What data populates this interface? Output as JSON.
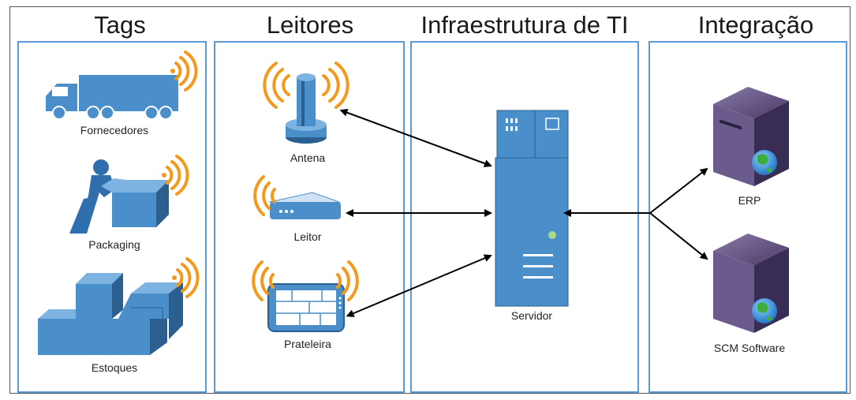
{
  "columns": {
    "tags": "Tags",
    "readers": "Leitores",
    "infra": "Infraestrutura de TI",
    "integration": "Integração"
  },
  "tags": {
    "suppliers": "Fornecedores",
    "packaging": "Packaging",
    "inventory": "Estoques"
  },
  "readers": {
    "antenna": "Antena",
    "reader": "Leitor",
    "shelf": "Prateleira"
  },
  "infra": {
    "server": "Servidor"
  },
  "integration": {
    "erp": "ERP",
    "scm": "SCM Software"
  },
  "colors": {
    "panel_border": "#5b9bd5",
    "icon_blue": "#4a8fc9",
    "icon_dark": "#2a5f8f",
    "signal": "#f39a1e",
    "server_purple": "#5b4a78"
  }
}
